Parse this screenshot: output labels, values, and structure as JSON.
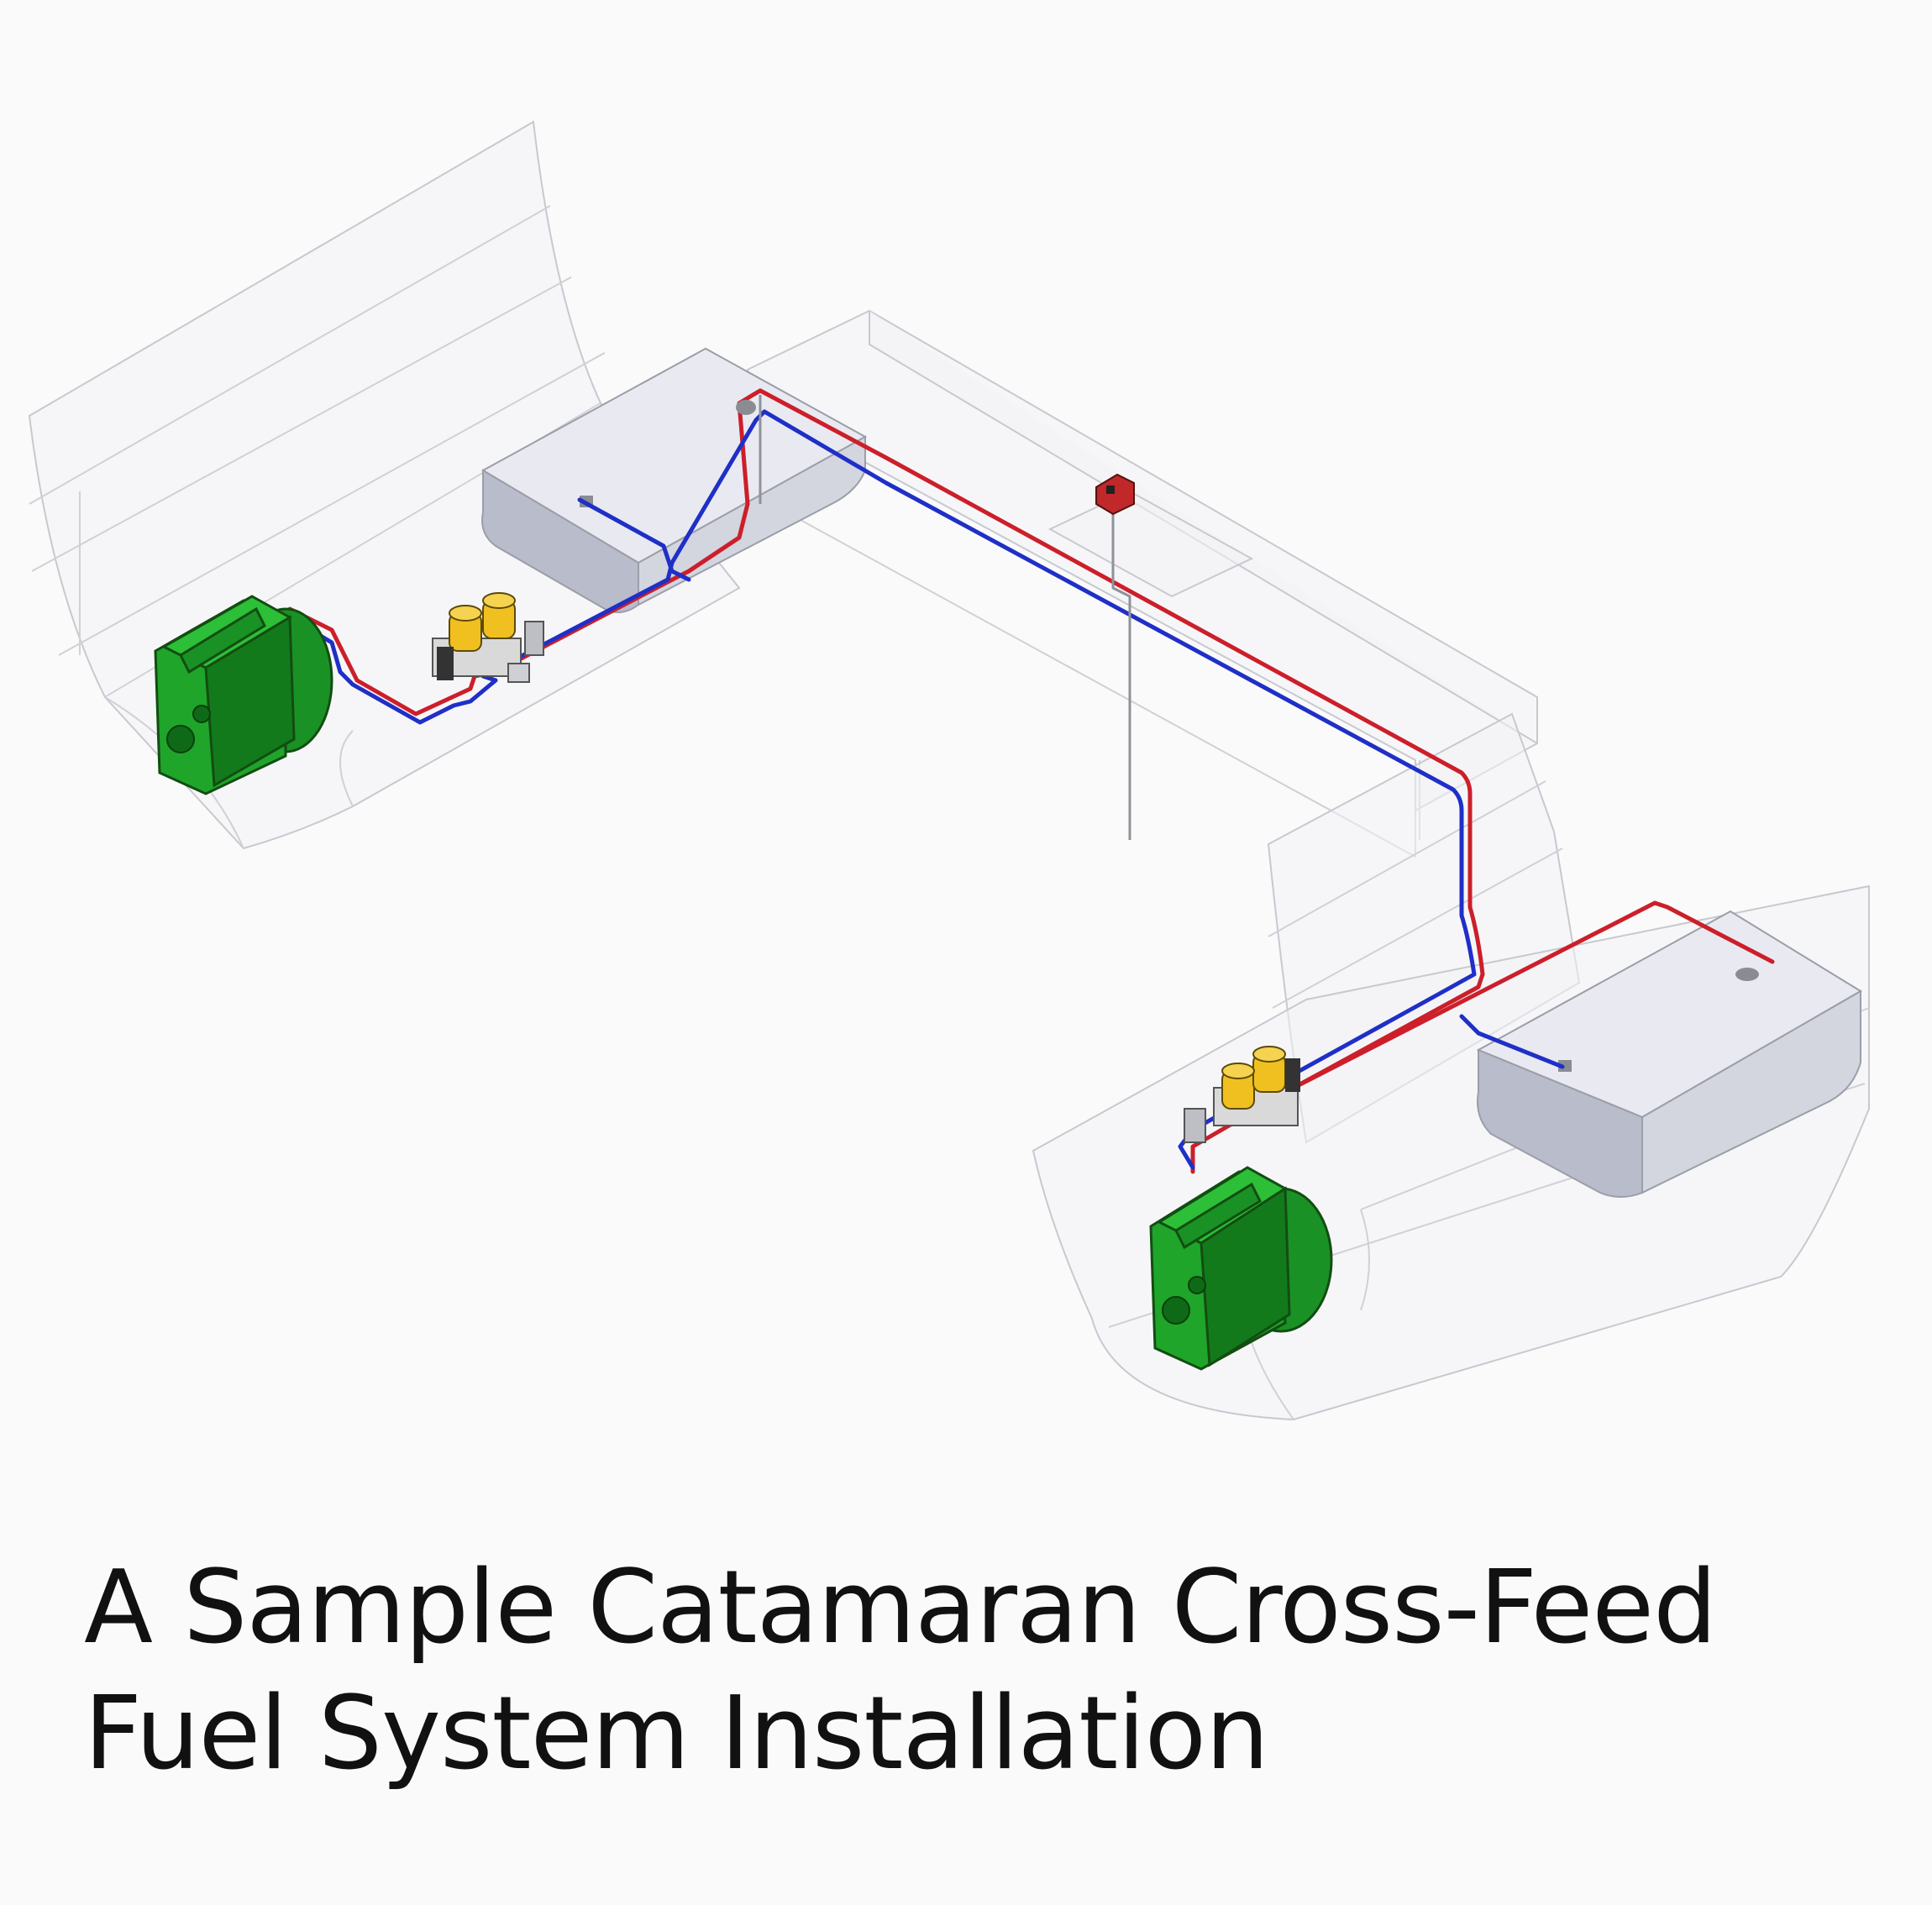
{
  "caption": {
    "line1": "A Sample Catamaran Cross-Feed",
    "line2": "Fuel System Installation"
  },
  "colors": {
    "supply_line": "#cc1f2a",
    "return_line": "#1f2fc7",
    "engine": "#1fa52a",
    "engine_dark": "#137a1c",
    "filter": "#f0c020",
    "tank": "#c4c6d2",
    "background": "#fafafa"
  },
  "components": {
    "hulls": [
      "port-hull",
      "starboard-hull"
    ],
    "bridge_deck": "cross-feed-bridge",
    "engines": [
      "port-engine",
      "starboard-engine"
    ],
    "tanks": [
      "port-fuel-tank",
      "starboard-fuel-tank"
    ],
    "filter_manifolds": [
      "port-filter-manifold",
      "starboard-filter-manifold"
    ],
    "valve": "cross-feed-valve"
  }
}
